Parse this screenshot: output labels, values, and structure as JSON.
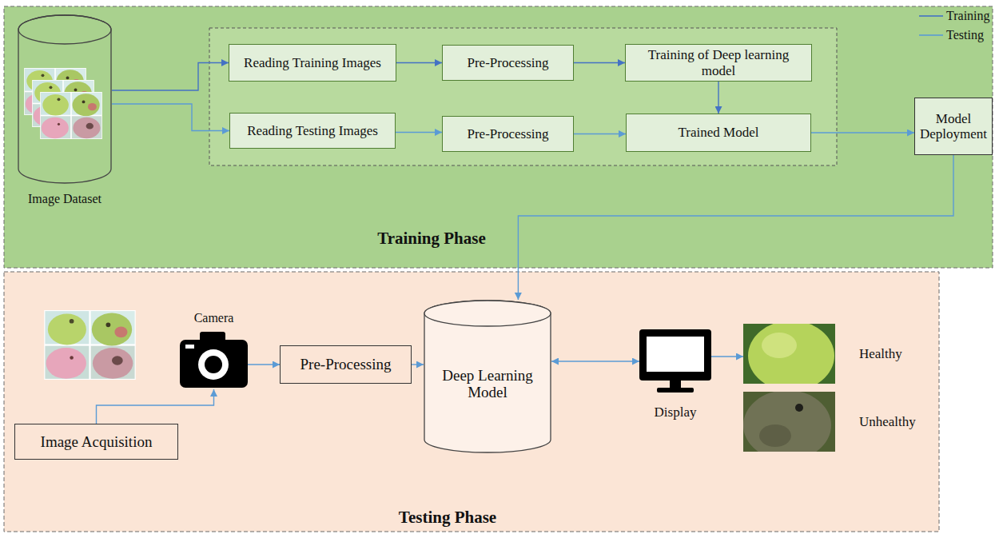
{
  "diagram": {
    "nodes": [
      {
        "text": [
          "Training Phase"
        ]
      },
      {
        "text": [
          "Image Dataset"
        ],
        "in": 0
      },
      {
        "text": [
          "Reading Training Images"
        ],
        "in": 0
      },
      {
        "text": [
          "Pre-Processing"
        ],
        "in": 0
      },
      {
        "text": [
          "Training of Deep learning model"
        ],
        "in": 0
      },
      {
        "text": [
          "Reading Testing Images"
        ],
        "in": 0
      },
      {
        "text": [
          "Pre-Processing"
        ],
        "in": 0
      },
      {
        "text": [
          "Trained Model"
        ],
        "in": 0
      },
      {
        "text": [
          "Model Deployment"
        ],
        "in": 0
      },
      {
        "text": [
          "Testing Phase"
        ]
      },
      {
        "text": [
          "Camera"
        ],
        "in": 9
      },
      {
        "text": [
          "Image Acquisition"
        ],
        "in": 9
      },
      {
        "text": [
          "Pre-Processing"
        ],
        "in": 9
      },
      {
        "text": [
          "Deep Learning Model"
        ],
        "in": 9
      },
      {
        "text": [
          "Display"
        ],
        "in": 9
      },
      {
        "text": [
          "Healthy"
        ],
        "in": 9
      },
      {
        "text": [
          "Unhealthy"
        ],
        "in": 9
      }
    ],
    "edges": [
      {
        "from": 1,
        "to": 2,
        "arrow": "to"
      },
      {
        "from": 1,
        "to": 5,
        "arrow": "to"
      },
      {
        "from": 2,
        "to": 3,
        "arrow": "to"
      },
      {
        "from": 3,
        "to": 4,
        "arrow": "to"
      },
      {
        "from": 4,
        "to": 7,
        "arrow": "to"
      },
      {
        "from": 5,
        "to": 6,
        "arrow": "to"
      },
      {
        "from": 6,
        "to": 7,
        "arrow": "to"
      },
      {
        "from": 7,
        "to": 8,
        "arrow": "to"
      },
      {
        "from": 8,
        "to": 13,
        "arrow": "to"
      },
      {
        "from": 11,
        "to": 10,
        "arrow": "to"
      },
      {
        "from": 10,
        "to": 12,
        "arrow": "to"
      },
      {
        "from": 12,
        "to": 13,
        "arrow": "to"
      },
      {
        "from": 13,
        "to": 14,
        "arrow": "both"
      },
      {
        "from": 14,
        "to": 15,
        "arrow": "to"
      }
    ],
    "legend": [
      {
        "text": "Training"
      },
      {
        "text": "Testing"
      }
    ]
  }
}
